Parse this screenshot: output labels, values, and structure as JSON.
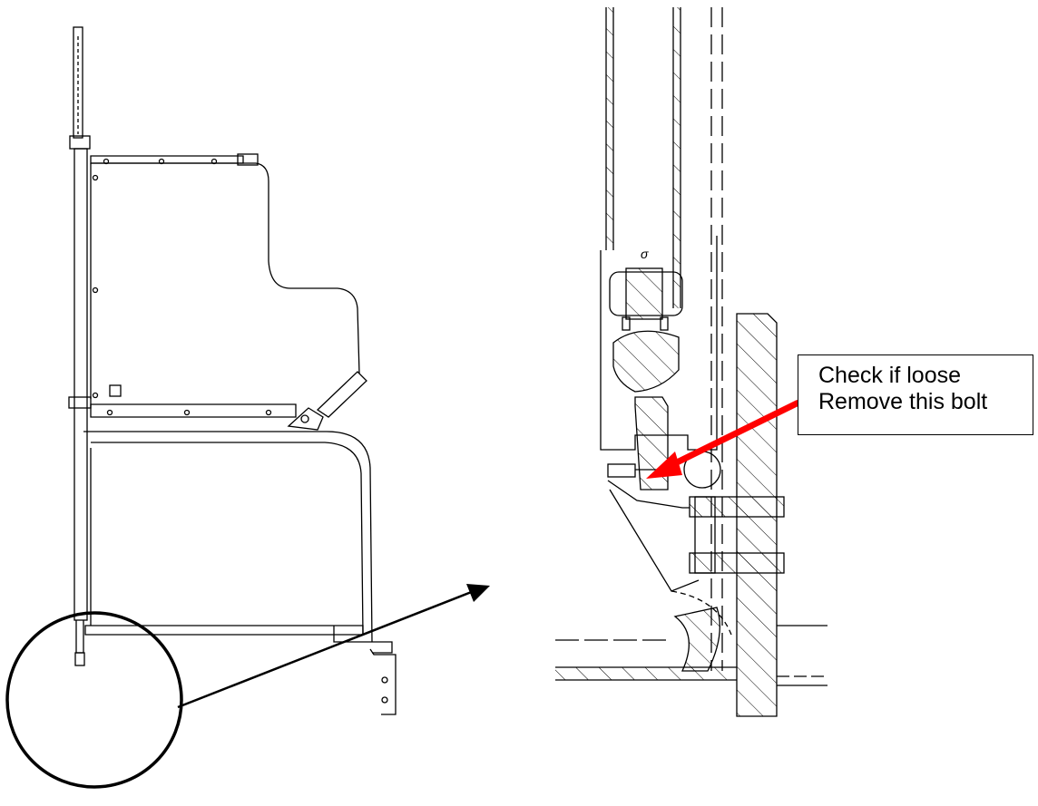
{
  "callout": {
    "line1": "Check if loose",
    "line2": "Remove this bolt"
  },
  "colors": {
    "line": "#000000",
    "arrow_accent": "#ff0000",
    "background": "#ffffff"
  },
  "icons": {
    "magnify_circle": "circle-outline",
    "pointer_arrow": "arrow-right-up",
    "bolt_pointer": "red-arrow"
  }
}
